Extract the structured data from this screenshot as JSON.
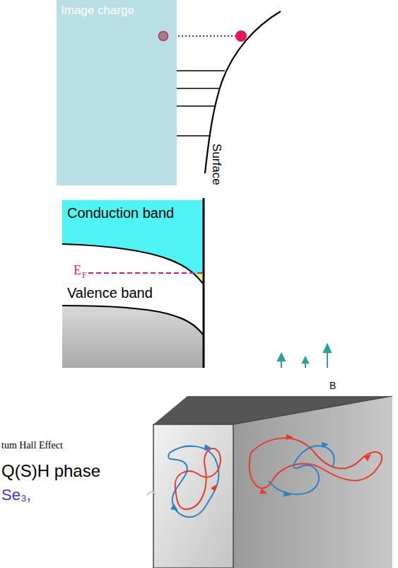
{
  "diagram": {
    "nodes": [
      {
        "text": [
          "Image charge"
        ]
      }
    ],
    "labels": [
      "Surface",
      "Conduction band",
      "E",
      "F",
      "Valence band",
      "B",
      "tum Hall Effect",
      "Q(S)H phase",
      "Se₃,"
    ]
  }
}
